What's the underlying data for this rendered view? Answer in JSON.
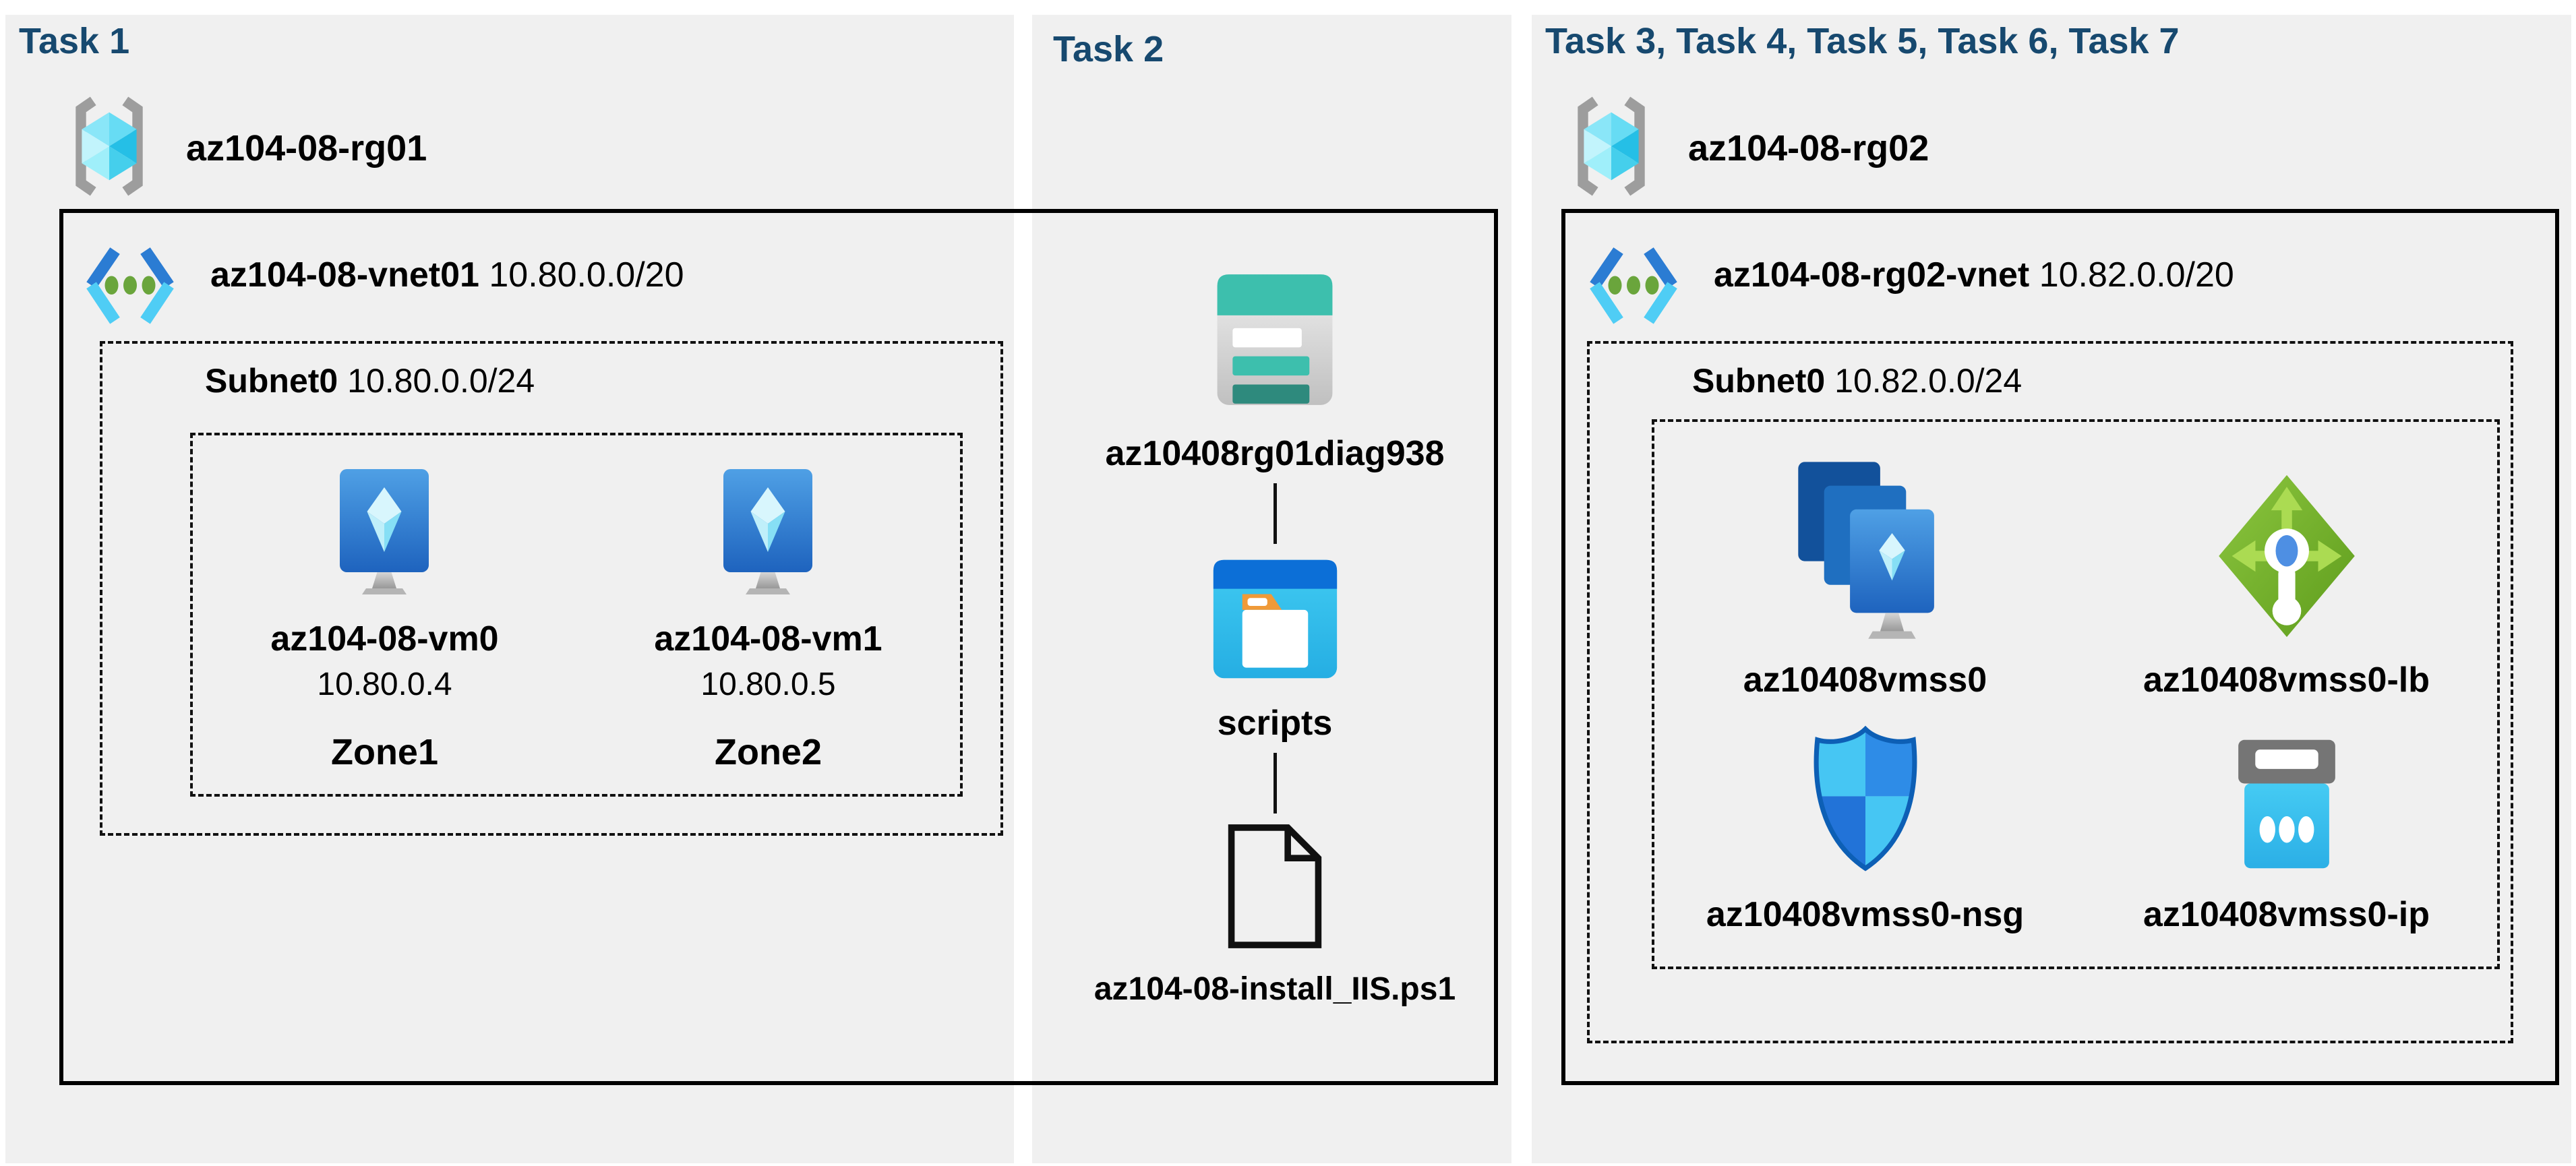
{
  "colors": {
    "page_bg": "#FFFFFF",
    "panel_bg": "#F0F0F0",
    "header_text": "#17496F",
    "text": "#000000",
    "box_border": "#000000",
    "vnet_blue": "#2B7CD3",
    "vnet_cyan": "#4FCDF5",
    "vm_blue": "#2F7FD0",
    "teal": "#3DBFAD",
    "lb_green": "#76B82A",
    "ip_cyan": "#3DC6F1"
  },
  "icons": {
    "resource_group": "resource-group-icon",
    "virtual_network": "virtual-network-icon",
    "virtual_machine": "virtual-machine-icon",
    "storage_account": "storage-account-icon",
    "folder": "folder-icon",
    "script_file": "file-icon",
    "vmss": "vmss-icon",
    "load_balancer": "load-balancer-icon",
    "nsg": "nsg-icon",
    "public_ip": "public-ip-icon"
  },
  "task1": {
    "header": "Task 1",
    "resource_group": "az104-08-rg01",
    "vnet": {
      "name": "az104-08-vnet01",
      "cidr": "10.80.0.0/20"
    },
    "subnet": {
      "name": "Subnet0",
      "cidr": "10.80.0.0/24"
    },
    "vms": [
      {
        "name": "az104-08-vm0",
        "ip": "10.80.0.4",
        "zone": "Zone1"
      },
      {
        "name": "az104-08-vm1",
        "ip": "10.80.0.5",
        "zone": "Zone2"
      }
    ]
  },
  "task2": {
    "header": "Task 2",
    "storage_account": "az10408rg01diag938",
    "folder": "scripts",
    "script_file": "az104-08-install_IIS.ps1"
  },
  "task3": {
    "header": "Task 3, Task 4, Task 5, Task 6, Task 7",
    "resource_group": "az104-08-rg02",
    "vnet": {
      "name": "az104-08-rg02-vnet",
      "cidr": "10.82.0.0/20"
    },
    "subnet": {
      "name": "Subnet0",
      "cidr": "10.82.0.0/24"
    },
    "resources": [
      {
        "name": "az10408vmss0",
        "type": "vmss"
      },
      {
        "name": "az10408vmss0-lb",
        "type": "load-balancer"
      },
      {
        "name": "az10408vmss0-nsg",
        "type": "network-security-group"
      },
      {
        "name": "az10408vmss0-ip",
        "type": "public-ip"
      }
    ]
  }
}
